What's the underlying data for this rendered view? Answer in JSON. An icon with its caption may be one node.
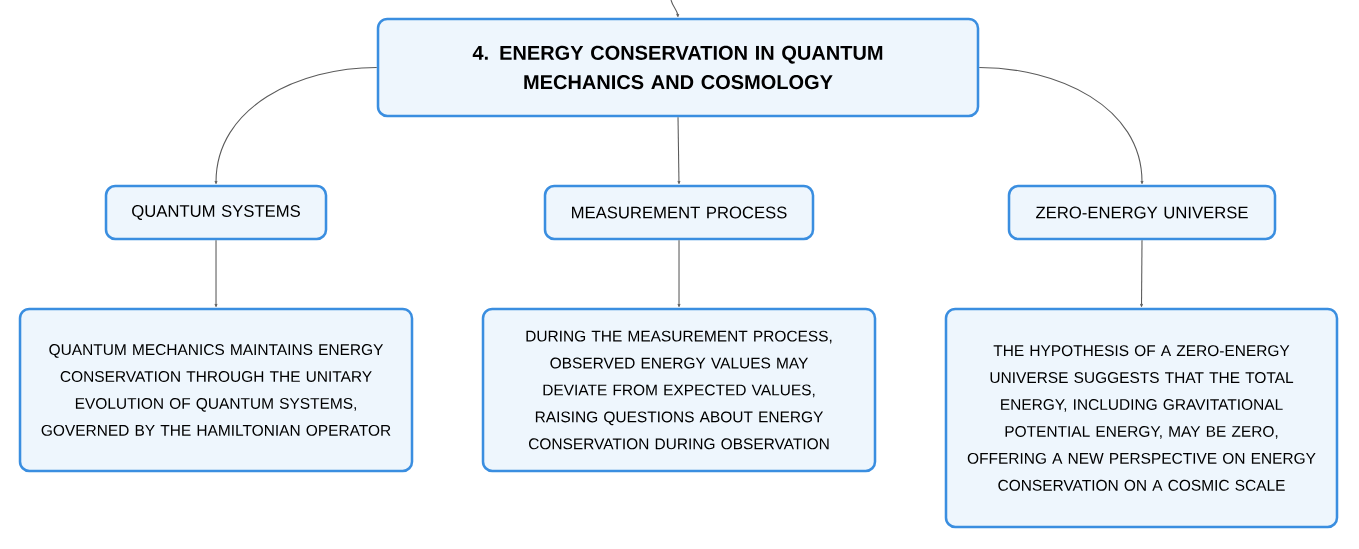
{
  "diagram": {
    "nodes": [
      {
        "text": [
          "4. ENERGY CONSERVATION IN QUANTUM MECHANICS AND COSMOLOGY"
        ]
      },
      {
        "text": [
          "QUANTUM SYSTEMS"
        ]
      },
      {
        "text": [
          "MEASUREMENT PROCESS"
        ]
      },
      {
        "text": [
          "ZERO-ENERGY UNIVERSE"
        ]
      },
      {
        "text": [
          "QUANTUM MECHANICS MAINTAINS ENERGY CONSERVATION THROUGH THE UNITARY EVOLUTION OF QUANTUM SYSTEMS, GOVERNED BY THE HAMILTONIAN OPERATOR"
        ]
      },
      {
        "text": [
          "DURING THE MEASUREMENT PROCESS, OBSERVED ENERGY VALUES MAY DEVIATE FROM EXPECTED VALUES, RAISING QUESTIONS ABOUT ENERGY CONSERVATION DURING OBSERVATION"
        ]
      },
      {
        "text": [
          "THE HYPOTHESIS OF A ZERO-ENERGY UNIVERSE SUGGESTS THAT THE TOTAL ENERGY, INCLUDING GRAVITATIONAL POTENTIAL ENERGY, MAY BE ZERO, OFFERING A NEW PERSPECTIVE ON ENERGY CONSERVATION ON A COSMIC SCALE"
        ]
      }
    ],
    "edges": [
      {
        "from": null,
        "to": 0,
        "arrow": "to"
      },
      {
        "from": 0,
        "to": 1,
        "arrow": "to"
      },
      {
        "from": 0,
        "to": 2,
        "arrow": "to"
      },
      {
        "from": 0,
        "to": 3,
        "arrow": "to"
      },
      {
        "from": 1,
        "to": 4,
        "arrow": "to"
      },
      {
        "from": 2,
        "to": 5,
        "arrow": "to"
      },
      {
        "from": 3,
        "to": 6,
        "arrow": "to"
      }
    ]
  }
}
